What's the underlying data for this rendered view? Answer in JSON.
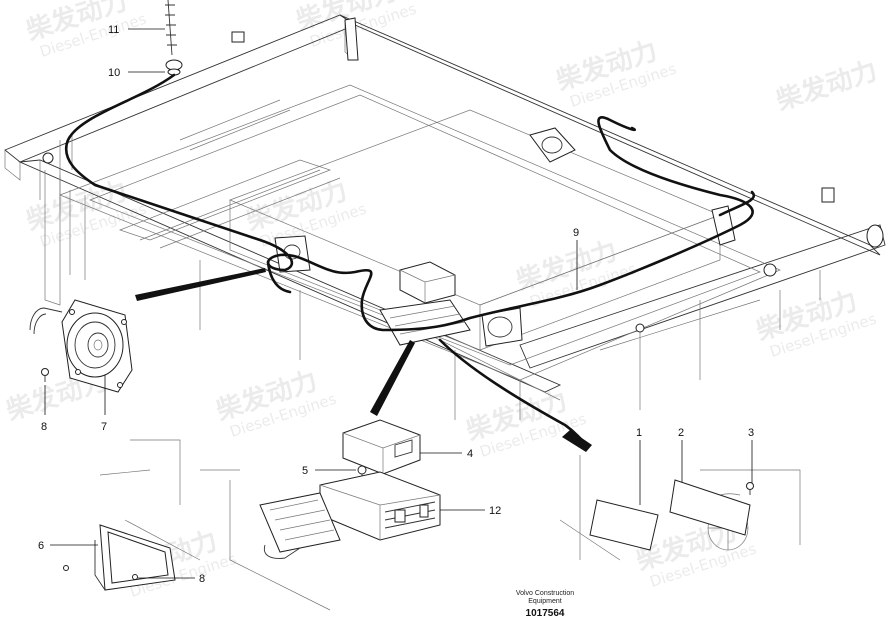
{
  "watermark": {
    "brand": "柴发动力",
    "sub": "Diesel-Engines"
  },
  "callouts": [
    {
      "id": "11",
      "text": "11"
    },
    {
      "id": "10",
      "text": "10"
    },
    {
      "id": "9",
      "text": "9"
    },
    {
      "id": "8a",
      "text": "8"
    },
    {
      "id": "7",
      "text": "7"
    },
    {
      "id": "5",
      "text": "5"
    },
    {
      "id": "4",
      "text": "4"
    },
    {
      "id": "12",
      "text": "12"
    },
    {
      "id": "6",
      "text": "6"
    },
    {
      "id": "8b",
      "text": "8"
    },
    {
      "id": "1",
      "text": "1"
    },
    {
      "id": "2",
      "text": "2"
    },
    {
      "id": "3",
      "text": "3"
    }
  ],
  "footer": {
    "maker_line1": "Volvo Construction",
    "maker_line2": "Equipment",
    "drawing_no": "1017564"
  }
}
